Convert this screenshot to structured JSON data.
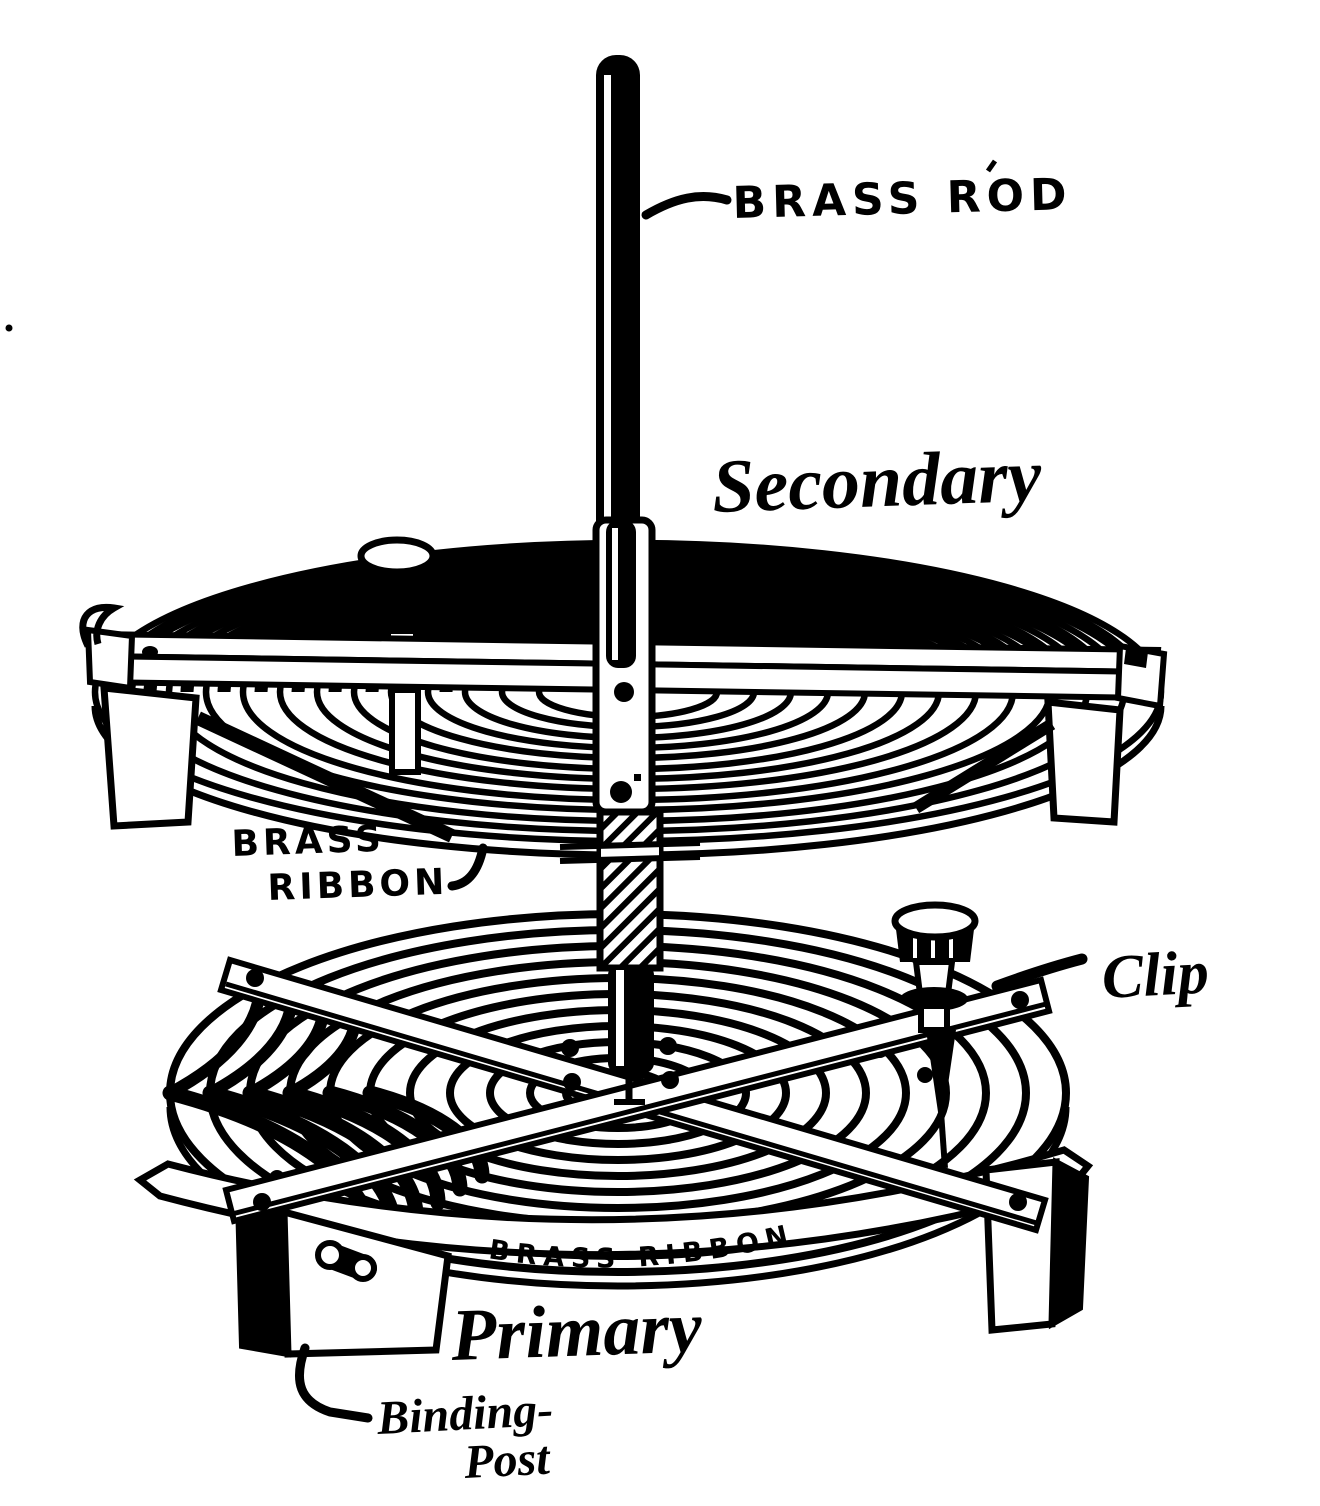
{
  "figure": {
    "paper_color": "#ffffff",
    "ink_color": "#000000",
    "labels": {
      "brass_rod": "BRASS ROD",
      "secondary": "Secondary",
      "brass_ribbon_upper_line1": "BRASS",
      "brass_ribbon_upper_line2": "RIBBON",
      "clip": "Clip",
      "brass_ribbon_base": "BRASS RIBBON",
      "primary": "Primary",
      "binding_post_line1": "Binding-",
      "binding_post_line2": "Post"
    }
  }
}
